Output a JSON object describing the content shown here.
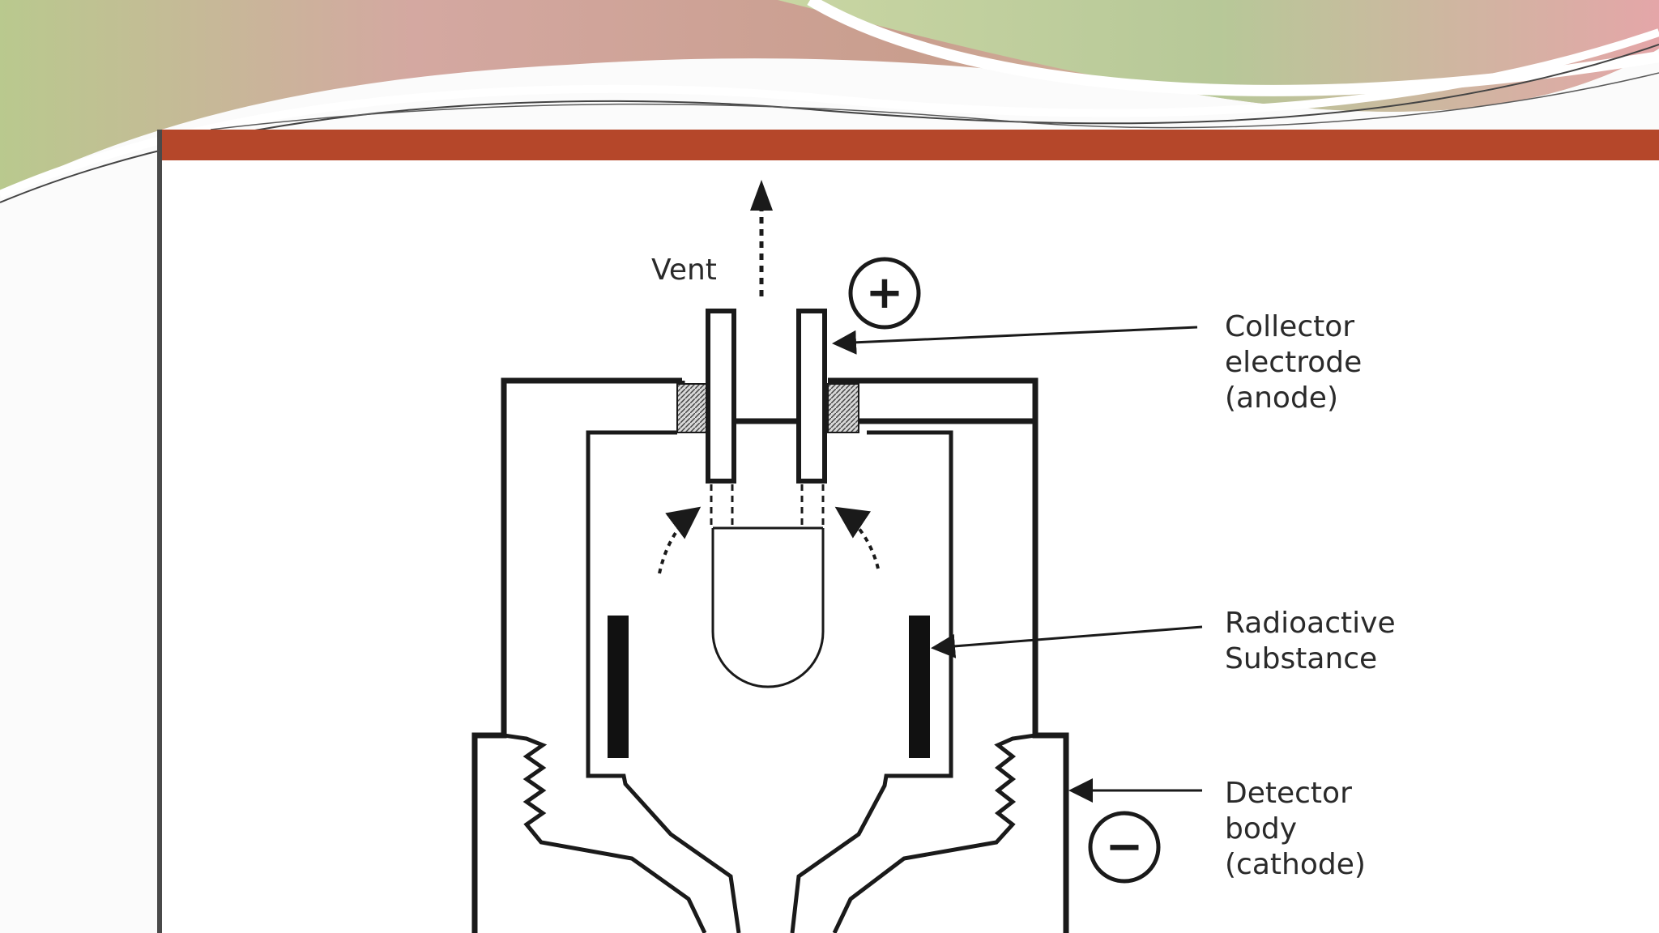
{
  "diagram": {
    "vent_label": "Vent",
    "collector_label": [
      "Collector",
      "electrode",
      "(anode)"
    ],
    "radioactive_label": [
      "Radioactive",
      "Substance"
    ],
    "detector_label": [
      "Detector",
      "body",
      "(cathode)"
    ],
    "positive_symbol": "+",
    "negative_symbol": "−"
  },
  "colors": {
    "frame_bar": "#b5472a",
    "ink": "#1a1a1a"
  }
}
